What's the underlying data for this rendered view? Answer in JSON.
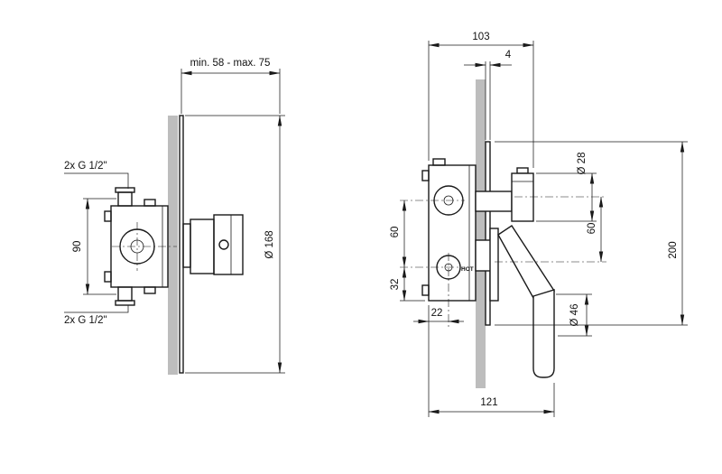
{
  "left_view": {
    "depth_range": "min. 58 - max. 75",
    "port_top_label": "2x G 1/2\"",
    "port_bottom_label": "2x G 1/2\"",
    "port_spacing": "90",
    "plate_diameter": "Ø 168"
  },
  "right_view": {
    "body_depth": "103",
    "plate_thickness": "4",
    "knob_diameter": "Ø 28",
    "inlet_spacing": "60",
    "inlet_offset": "32",
    "port_depth": "22",
    "handle_spacing": "60",
    "plate_height": "200",
    "handle_diameter": "Ø 46",
    "projection": "121",
    "hot_marking": "HOT"
  }
}
